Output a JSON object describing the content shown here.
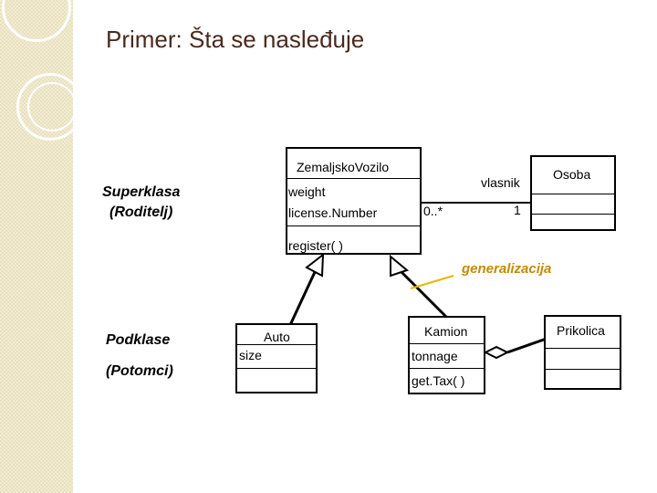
{
  "title": "Primer: Šta se nasleđuje",
  "labels": {
    "superclass": "Superklasa\n(Roditelj)",
    "superclass_line1": "Superklasa",
    "superclass_line2": "(Roditelj)",
    "subclasses_line1": "Podklase",
    "subclasses_line2": "(Potomci)",
    "generalization": "generalizacija"
  },
  "classes": {
    "zemaljsko_vozilo": {
      "name": "ZemaljskoVozilo",
      "attributes": [
        "weight",
        "license.Number"
      ],
      "operations": [
        "register( )"
      ]
    },
    "osoba": {
      "name": "Osoba"
    },
    "auto": {
      "name": "Auto",
      "attributes": [
        "size"
      ]
    },
    "kamion": {
      "name": "Kamion",
      "attributes": [
        "tonnage"
      ],
      "operations": [
        "get.Tax( )"
      ]
    },
    "prikolica": {
      "name": "Prikolica"
    }
  },
  "association": {
    "role": "vlasnik",
    "multiplicity_vehicle": "0..*",
    "multiplicity_owner": "1"
  },
  "colors": {
    "title": "#4a2a1e",
    "generalization_label": "#c48a00",
    "side_pattern": "#f3ecd2"
  }
}
